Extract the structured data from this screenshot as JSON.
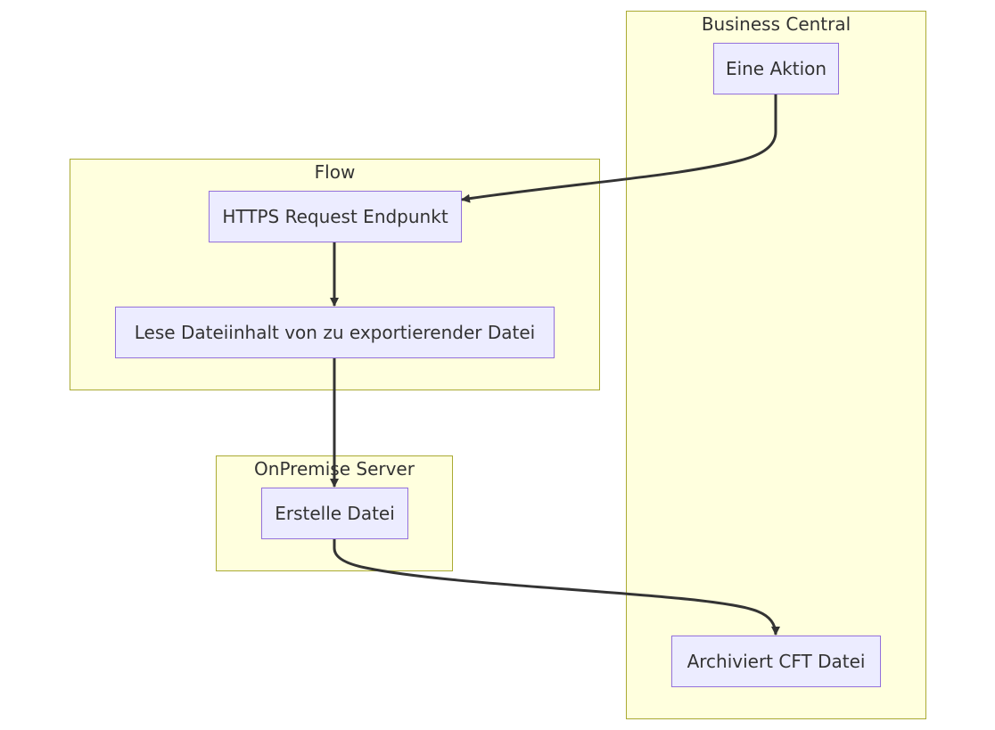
{
  "colors": {
    "cluster_fill": "#ffffde",
    "cluster_border": "#aaaa33",
    "node_fill": "#ececff",
    "node_border": "#9370db",
    "edge": "#333333",
    "text": "#333333"
  },
  "clusters": {
    "business_central": {
      "label": "Business Central"
    },
    "flow": {
      "label": "Flow"
    },
    "onpremise": {
      "label": "OnPremise Server"
    }
  },
  "nodes": {
    "eine_aktion": {
      "label": "Eine Aktion"
    },
    "https_request": {
      "label": "HTTPS Request Endpunkt"
    },
    "lese_datei": {
      "label": "Lese Dateiinhalt von zu exportierender Datei"
    },
    "erstelle_datei": {
      "label": "Erstelle Datei"
    },
    "archiviert": {
      "label": "Archiviert CFT Datei"
    }
  },
  "edges": [
    {
      "from": "Eine Aktion",
      "to": "HTTPS Request Endpunkt"
    },
    {
      "from": "HTTPS Request Endpunkt",
      "to": "Lese Dateiinhalt von zu exportierender Datei"
    },
    {
      "from": "Lese Dateiinhalt von zu exportierender Datei",
      "to": "Erstelle Datei"
    },
    {
      "from": "Erstelle Datei",
      "to": "Archiviert CFT Datei"
    }
  ]
}
